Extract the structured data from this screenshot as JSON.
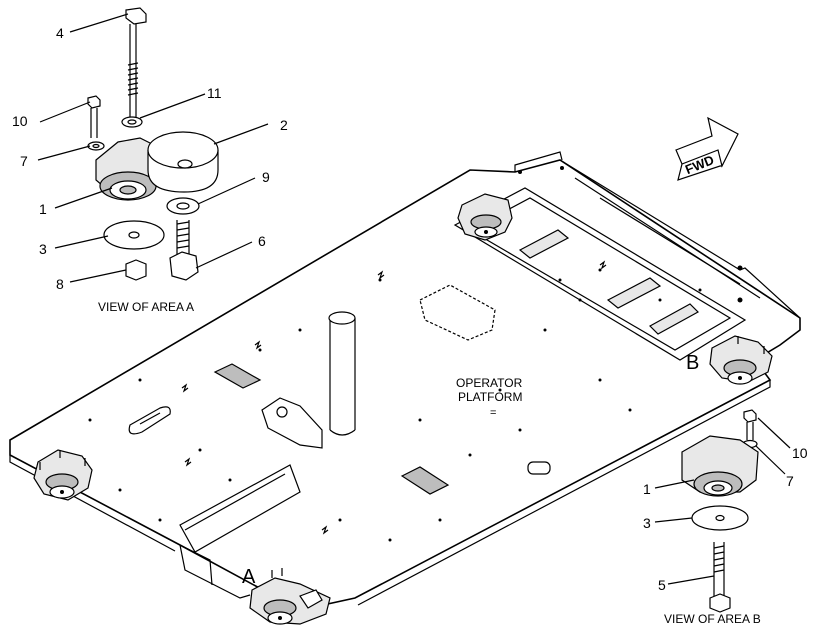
{
  "callouts": {
    "a_4": "4",
    "a_11": "11",
    "a_10": "10",
    "a_7": "7",
    "a_2": "2",
    "a_9": "9",
    "a_1": "1",
    "a_6": "6",
    "a_3": "3",
    "a_8": "8",
    "b_10": "10",
    "b_7": "7",
    "b_1": "1",
    "b_3": "3",
    "b_5": "5"
  },
  "view_a_caption": "VIEW OF AREA A",
  "view_b_caption": "VIEW OF AREA B",
  "platform_label_line1": "OPERATOR",
  "platform_label_line2": "PLATFORM",
  "platform_label_mark": "=",
  "area_a_marker": "A",
  "area_b_marker": "B",
  "fwd_arrow_label": "FWD"
}
